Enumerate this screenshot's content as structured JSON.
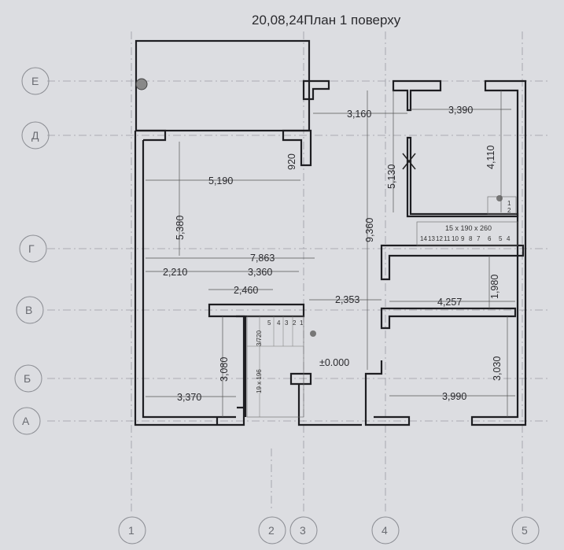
{
  "title": "20,08,24План 1 поверху",
  "axes": {
    "rows": [
      "Е",
      "Д",
      "Г",
      "В",
      "Б",
      "А"
    ],
    "columns": [
      "1",
      "2",
      "3",
      "4",
      "5"
    ]
  },
  "dimensions": {
    "d3160": "3,160",
    "d3390": "3,390",
    "d920": "920",
    "d5190": "5,190",
    "d5130": "5,130",
    "d4110": "4,110",
    "d5380": "5,380",
    "d9360": "9,360",
    "d7863": "7,863",
    "d2210": "2,210",
    "d3360": "3,360",
    "d2460": "2,460",
    "d2353": "2,353",
    "d4257": "4,257",
    "d1980": "1,980",
    "d3080": "3,080",
    "d3030": "3,030",
    "d3370": "3,370",
    "d3990": "3,990"
  },
  "level": "±0.000",
  "stairs": {
    "upper_spec": "15 x 190 x 260",
    "lower_spec": "19 x 196",
    "lower_spec2": "3/720",
    "upper_steps": [
      "14",
      "13",
      "12",
      "11",
      "10",
      "9",
      "8",
      "7",
      "6",
      "5",
      "4"
    ],
    "lower_steps": [
      "5",
      "4",
      "3",
      "2",
      "1"
    ],
    "small_steps": [
      "1",
      "2"
    ]
  }
}
